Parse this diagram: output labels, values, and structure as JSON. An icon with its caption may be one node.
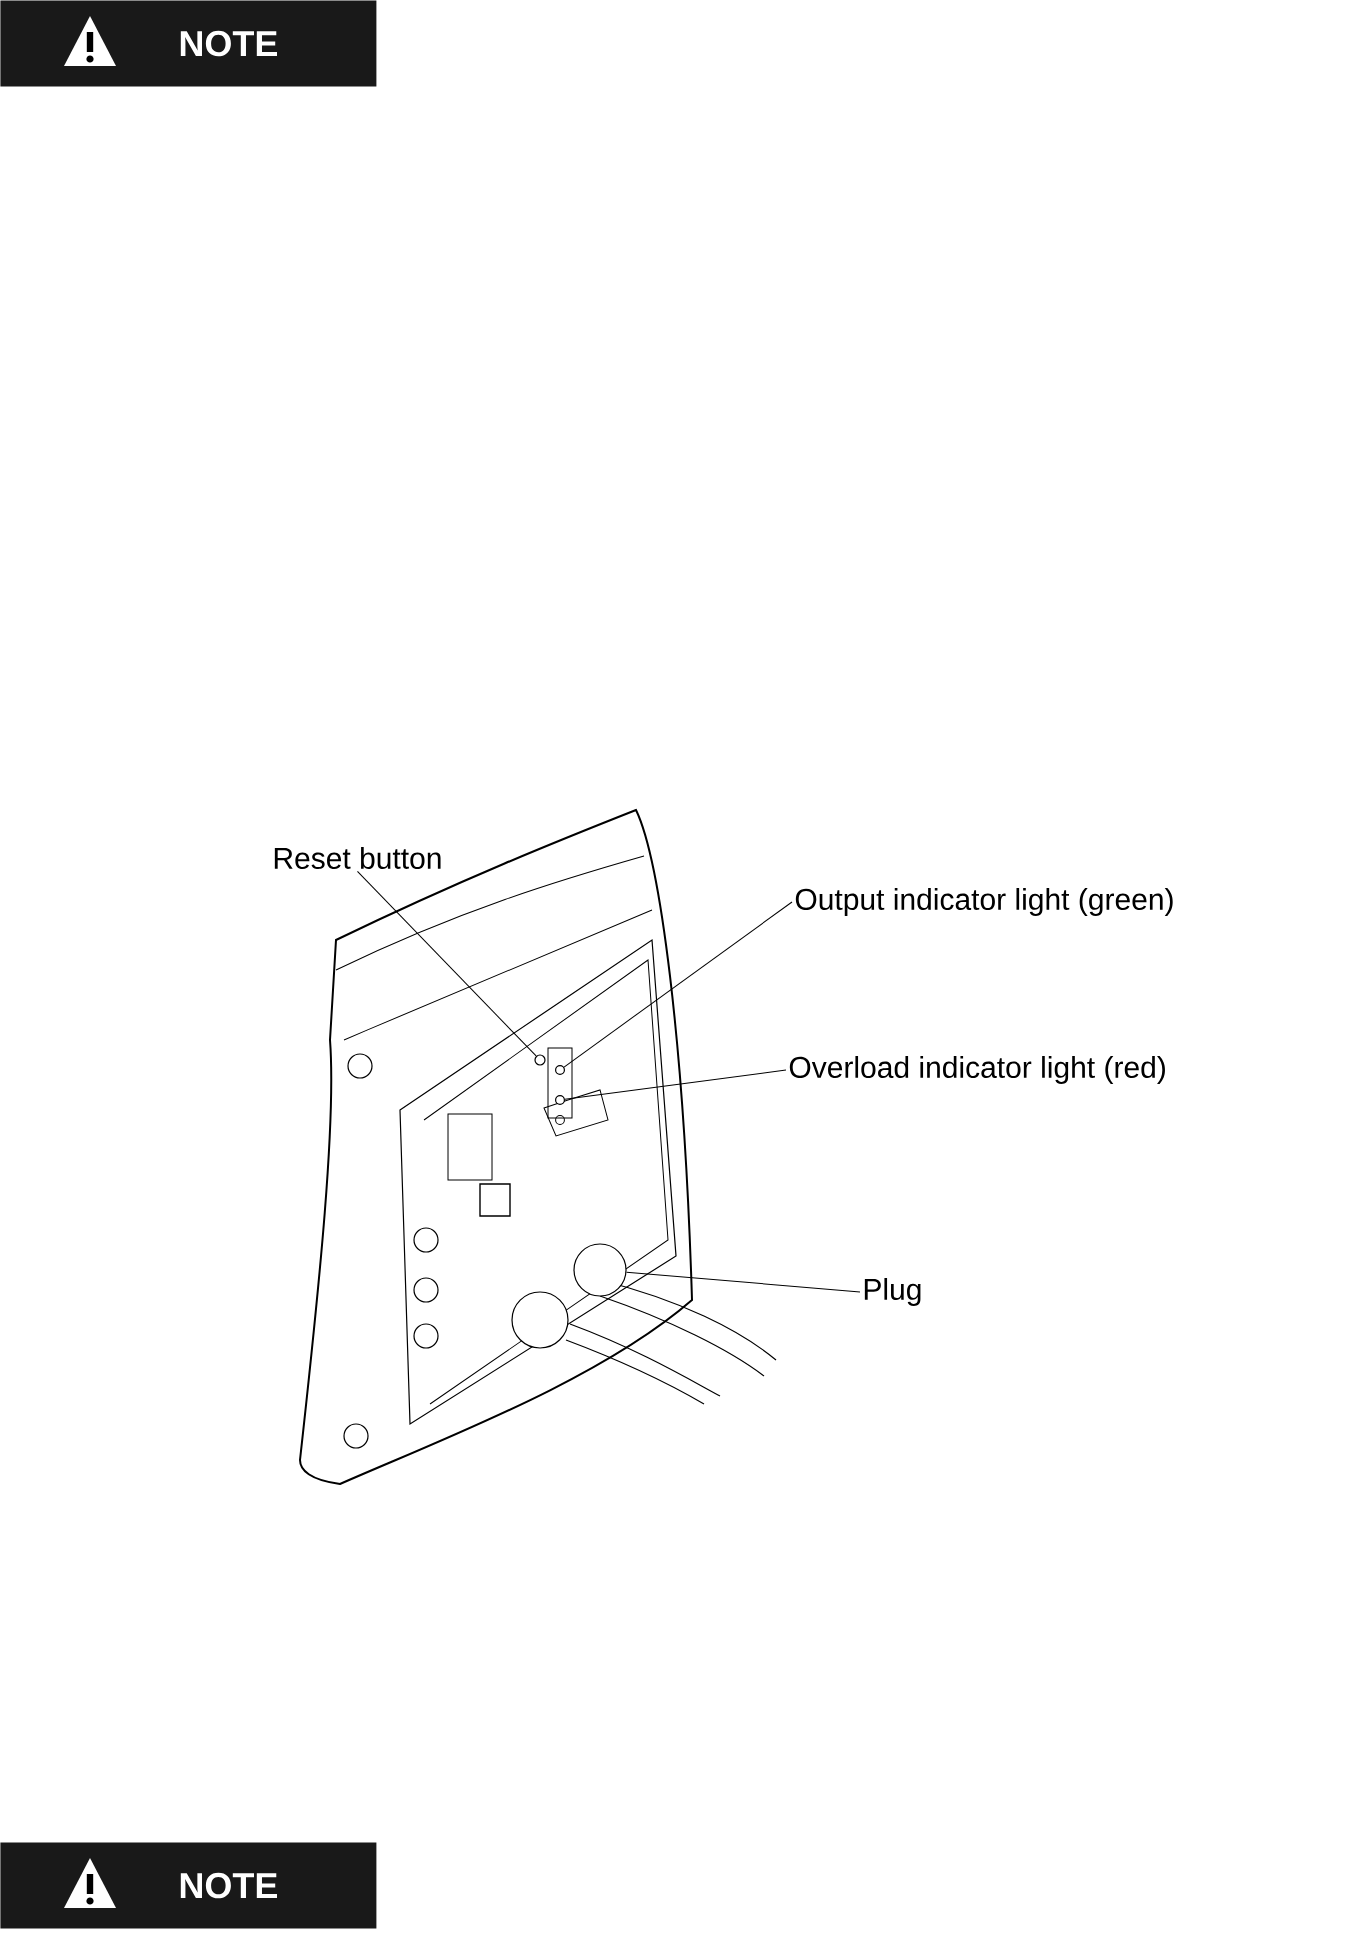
{
  "diagram": {
    "nodes": [
      {
        "text": [
          "NOTE"
        ]
      },
      {
        "text": [
          "Reset button"
        ]
      },
      {
        "text": [
          "Output indicator light (green)"
        ]
      },
      {
        "text": [
          "Overload indicator light (red)"
        ]
      },
      {
        "text": [
          "Plug"
        ]
      },
      {
        "text": [],
        "shape": "circle"
      },
      {
        "text": [],
        "shape": "circle"
      },
      {
        "text": [],
        "shape": "circle"
      },
      {
        "text": [],
        "shape": "circle"
      },
      {
        "text": [
          "NOTE"
        ]
      }
    ],
    "edges": [
      {
        "from": 1,
        "to": 5,
        "arrow": "none"
      },
      {
        "from": 2,
        "to": 6,
        "arrow": "none"
      },
      {
        "from": 3,
        "to": 7,
        "arrow": "none"
      },
      {
        "from": 4,
        "to": 8,
        "arrow": "none"
      }
    ]
  }
}
